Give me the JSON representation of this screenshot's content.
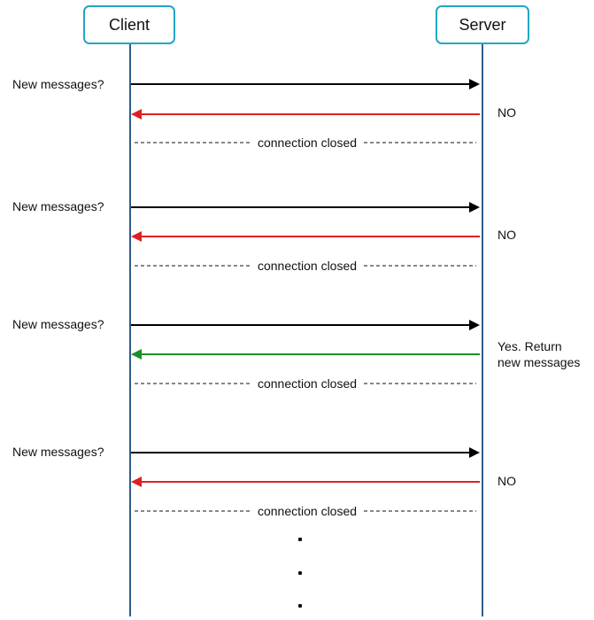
{
  "participants": {
    "client": "Client",
    "server": "Server"
  },
  "rounds": [
    {
      "request": "New messages?",
      "response": "NO",
      "response_lines": [
        "NO"
      ],
      "response_color": "#e02020",
      "closed": "connection closed"
    },
    {
      "request": "New messages?",
      "response": "NO",
      "response_lines": [
        "NO"
      ],
      "response_color": "#e02020",
      "closed": "connection closed"
    },
    {
      "request": "New messages?",
      "response": "Yes. Return new messages",
      "response_lines": [
        "Yes. Return",
        "new messages"
      ],
      "response_color": "#1f8f2a",
      "closed": "connection closed"
    },
    {
      "request": "New messages?",
      "response": "NO",
      "response_lines": [
        "NO"
      ],
      "response_color": "#e02020",
      "closed": "connection closed"
    }
  ],
  "colors": {
    "request_arrow": "#000000",
    "no_arrow": "#e02020",
    "yes_arrow": "#1f8f2a",
    "participant_border": "#22a7c4",
    "lifeline": "#2f5b8c"
  },
  "continuation": "..."
}
